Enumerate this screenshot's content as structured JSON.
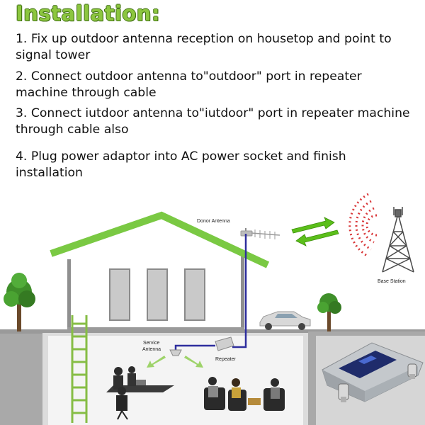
{
  "title": "Installation:",
  "steps": [
    "1. Fix up outdoor antenna reception on housetop and point to signal tower",
    "2. Connect outdoor antenna to\"outdoor\" port in repeater machine through cable",
    "3. Connect iutdoor antenna to\"iutdoor\" port in repeater machine through cable also",
    "4. Plug power adaptor into AC power socket and finish installation"
  ],
  "labels": {
    "donor_antenna": "Donor Antenna",
    "base_station": "Base Station",
    "service_antenna_line1": "Service",
    "service_antenna_line2": "Antenna",
    "repeater": "Repeater"
  },
  "colors": {
    "title_green": "#8cc63f",
    "roof_green": "#7ac943",
    "cable_blue": "#2e2e9e",
    "signal_green": "#5bbf1a",
    "signal_red": "#d9383a",
    "building_gray": "#a3a3a3"
  },
  "icons": [
    "donor-antenna-icon",
    "base-station-tower-icon",
    "signal-arrows-icon",
    "service-antenna-icon",
    "repeater-box-icon",
    "ladder-icon",
    "tree-icon",
    "car-icon"
  ]
}
